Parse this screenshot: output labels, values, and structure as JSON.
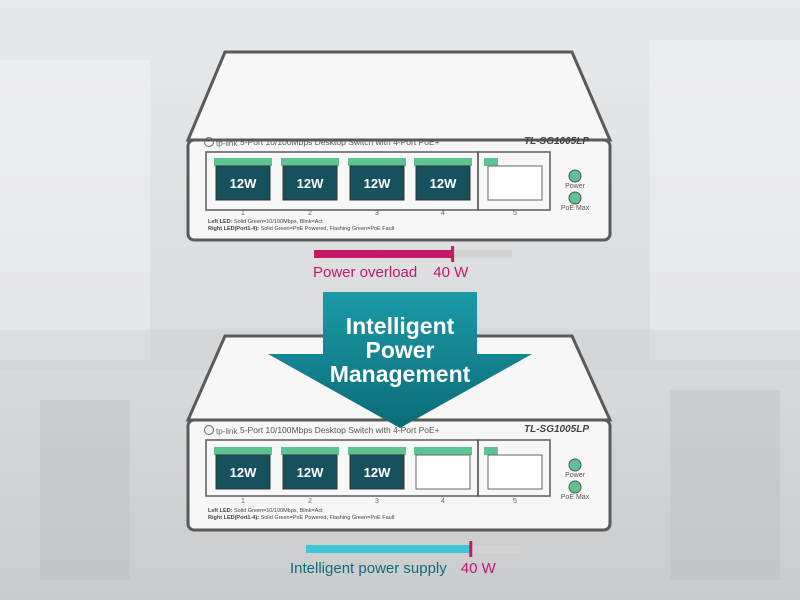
{
  "top_switch": {
    "brand": "tp-link",
    "description": "5-Port 10/100Mbps Desktop Switch with 4-Port PoE+",
    "model": "TL-SG1005LP",
    "ports": [
      {
        "number": "1",
        "power": "12W"
      },
      {
        "number": "2",
        "power": "12W"
      },
      {
        "number": "3",
        "power": "12W"
      },
      {
        "number": "4",
        "power": "12W"
      },
      {
        "number": "5",
        "power": ""
      }
    ],
    "led_power": "Power",
    "led_poe_max": "PoE Max",
    "legend_left_key": "Left LED:",
    "legend_left_text": "Solid Green=10/100Mbps, Blink=Act",
    "legend_right_key": "Right LED(Port1-4):",
    "legend_right_text": "Solid Green=PoE Powered, Flashing Green=PoE Fault"
  },
  "bottom_switch": {
    "brand": "tp-link",
    "description": "5-Port 10/100Mbps Desktop Switch with 4-Port PoE+",
    "model": "TL-SG1005LP",
    "ports": [
      {
        "number": "1",
        "power": "12W"
      },
      {
        "number": "2",
        "power": "12W"
      },
      {
        "number": "3",
        "power": "12W"
      },
      {
        "number": "4",
        "power": ""
      },
      {
        "number": "5",
        "power": ""
      }
    ],
    "led_power": "Power",
    "led_poe_max": "PoE Max",
    "legend_left_key": "Left LED:",
    "legend_left_text": "Solid Green=10/100Mbps, Blink=Act",
    "legend_right_key": "Right LED(Port1-4):",
    "legend_right_text": "Solid Green=PoE Powered, Flashing Green=PoE Fault"
  },
  "top_bar": {
    "label": "Power overload",
    "value": "40 W",
    "fill_fraction": 0.7,
    "color": "#c21a63"
  },
  "arrow": {
    "line1": "Intelligent",
    "line2": "Power",
    "line3": "Management",
    "color": "#0f7f8c"
  },
  "bottom_bar": {
    "label": "Intelligent power supply",
    "value": "40 W",
    "fill_fraction": 0.77,
    "color": "#3fc6d9",
    "marker_color": "#c21a63"
  },
  "colors": {
    "port_fill": "#17515e",
    "led_green": "#5dc393",
    "outline": "#5a5a5a"
  }
}
